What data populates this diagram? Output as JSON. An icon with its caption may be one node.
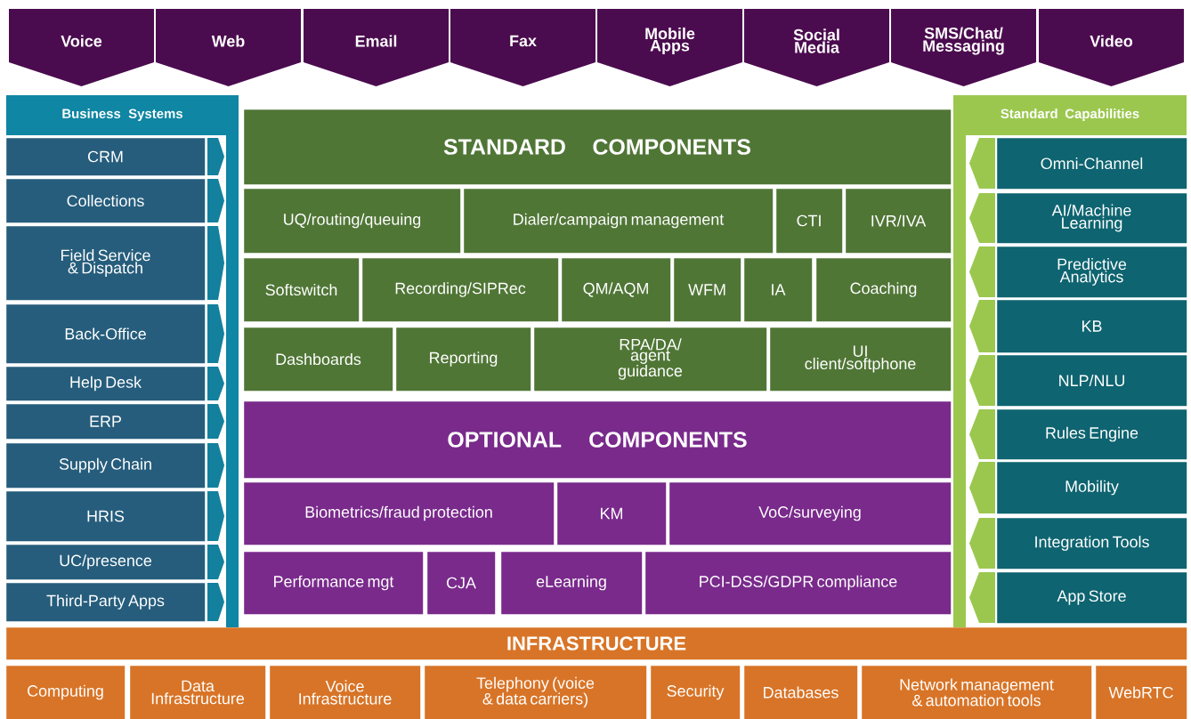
{
  "diagram": {
    "nodes": [
      {
        "text": [
          "Voice"
        ]
      },
      {
        "text": [
          "Web"
        ]
      },
      {
        "text": [
          "Email"
        ]
      },
      {
        "text": [
          "Fax"
        ]
      },
      {
        "text": [
          "Mobile Apps"
        ]
      },
      {
        "text": [
          "Social Media"
        ]
      },
      {
        "text": [
          "SMS/Chat/ Messaging"
        ]
      },
      {
        "text": [
          "Video"
        ]
      },
      {
        "text": [
          "Business Systems"
        ]
      },
      {
        "text": [
          "CRM"
        ],
        "in": 8
      },
      {
        "text": [
          "Collections"
        ],
        "in": 8
      },
      {
        "text": [
          "Field Service & Dispatch"
        ],
        "in": 8
      },
      {
        "text": [
          "Back-Office"
        ],
        "in": 8
      },
      {
        "text": [
          "Help Desk"
        ],
        "in": 8
      },
      {
        "text": [
          "ERP"
        ],
        "in": 8
      },
      {
        "text": [
          "Supply Chain"
        ],
        "in": 8
      },
      {
        "text": [
          "HRIS"
        ],
        "in": 8
      },
      {
        "text": [
          "UC/presence"
        ],
        "in": 8
      },
      {
        "text": [
          "Third-Party Apps"
        ],
        "in": 8
      },
      {
        "text": [
          "STANDARD COMPONENTS"
        ]
      },
      {
        "text": [
          "UQ/routing/queuing"
        ]
      },
      {
        "text": [
          "Dialer/campaign management"
        ]
      },
      {
        "text": [
          "CTI"
        ]
      },
      {
        "text": [
          "IVR/IVA"
        ]
      },
      {
        "text": [
          "Softswitch"
        ]
      },
      {
        "text": [
          "Recording/SIPRec"
        ]
      },
      {
        "text": [
          "QM/AQM"
        ]
      },
      {
        "text": [
          "WFM"
        ]
      },
      {
        "text": [
          "IA"
        ]
      },
      {
        "text": [
          "Coaching"
        ]
      },
      {
        "text": [
          "Dashboards"
        ]
      },
      {
        "text": [
          "Reporting"
        ]
      },
      {
        "text": [
          "RPA/DA/ agent guidance"
        ]
      },
      {
        "text": [
          "UI client/softphone"
        ]
      },
      {
        "text": [
          "OPTIONAL COMPONENTS"
        ]
      },
      {
        "text": [
          "Biometrics/fraud protection"
        ]
      },
      {
        "text": [
          "KM"
        ]
      },
      {
        "text": [
          "VoC/surveying"
        ]
      },
      {
        "text": [
          "Performance mgt"
        ]
      },
      {
        "text": [
          "CJA"
        ]
      },
      {
        "text": [
          "eLearning"
        ]
      },
      {
        "text": [
          "PCI-DSS/GDPR compliance"
        ]
      },
      {
        "text": [
          "Standard Capabilities"
        ]
      },
      {
        "text": [
          "Omni-Channel"
        ],
        "in": 42
      },
      {
        "text": [
          "AI/Machine Learning"
        ],
        "in": 42
      },
      {
        "text": [
          "Predictive Analytics"
        ],
        "in": 42
      },
      {
        "text": [
          "KB"
        ],
        "in": 42
      },
      {
        "text": [
          "NLP/NLU"
        ],
        "in": 42
      },
      {
        "text": [
          "Rules Engine"
        ],
        "in": 42
      },
      {
        "text": [
          "Mobility"
        ],
        "in": 42
      },
      {
        "text": [
          "Integration Tools"
        ],
        "in": 42
      },
      {
        "text": [
          "App Store"
        ],
        "in": 42
      },
      {
        "text": [
          "INFRASTRUCTURE"
        ]
      },
      {
        "text": [
          "Computing"
        ]
      },
      {
        "text": [
          "Data Infrastructure"
        ]
      },
      {
        "text": [
          "Voice Infrastructure"
        ]
      },
      {
        "text": [
          "Telephony (voice & data carriers)"
        ]
      },
      {
        "text": [
          "Security"
        ]
      },
      {
        "text": [
          "Databases"
        ]
      },
      {
        "text": [
          "Network management & automation tools"
        ]
      },
      {
        "text": [
          "WebRTC"
        ]
      }
    ]
  }
}
